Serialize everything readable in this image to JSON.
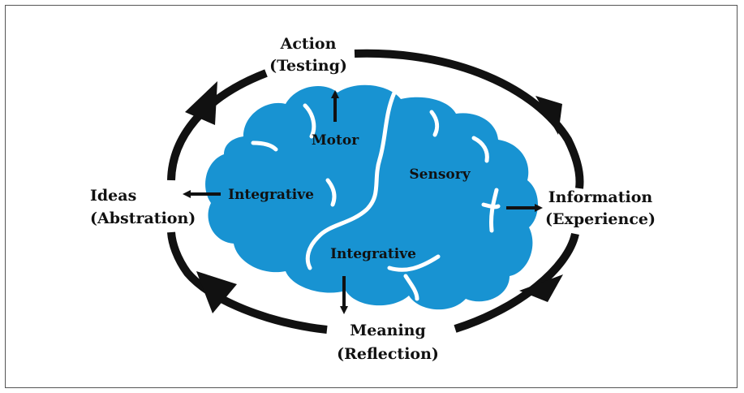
{
  "colors": {
    "brain_fill": "#1893d2",
    "stroke": "#111111",
    "fold": "#ffffff",
    "background": "#ffffff"
  },
  "cycle": {
    "action": {
      "line1": "Action",
      "line2": "(Testing)"
    },
    "information": {
      "line1": "Information",
      "line2": "(Experience)"
    },
    "meaning": {
      "line1": "Meaning",
      "line2": "(Reflection)"
    },
    "ideas": {
      "line1": "Ideas",
      "line2": "(Abstration)"
    }
  },
  "brain": {
    "motor": "Motor",
    "sensory": "Sensory",
    "integrative_front": "Integrative",
    "integrative_back": "Integrative"
  }
}
